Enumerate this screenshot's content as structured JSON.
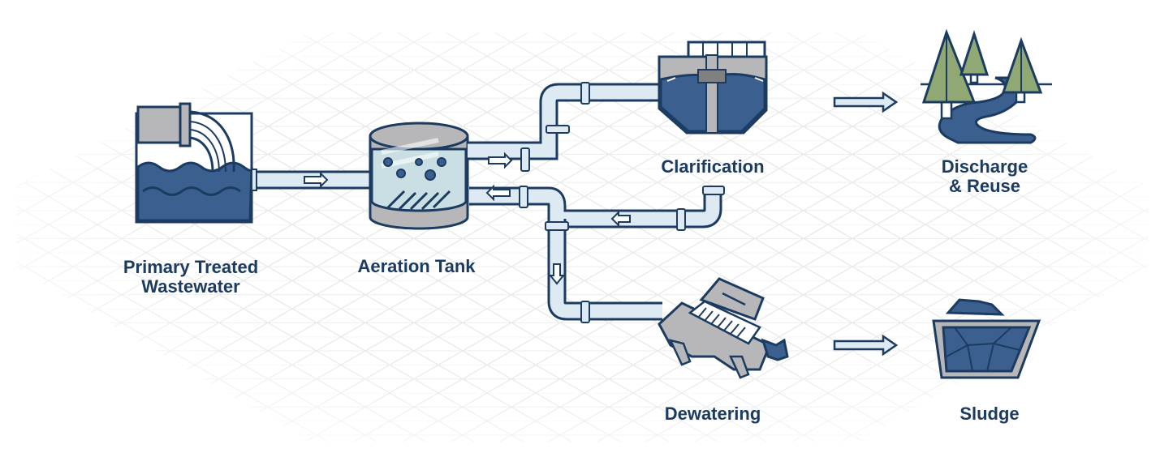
{
  "diagram": {
    "stages": {
      "primary": {
        "line1": "Primary Treated",
        "line2": "Wastewater"
      },
      "aeration": {
        "label": "Aeration Tank"
      },
      "clarification": {
        "label": "Clarification"
      },
      "discharge": {
        "line1": "Discharge",
        "line2": "& Reuse"
      },
      "dewatering": {
        "label": "Dewatering"
      },
      "sludge": {
        "label": "Sludge"
      }
    },
    "colors": {
      "navy": "#1c3b60",
      "water_blue": "#3b5f8e",
      "pipe_fill": "#dde9f3",
      "tank_gray": "#b7b7b9",
      "tank_glass": "#c9dfe3",
      "tree_green": "#8fa874",
      "grid_line": "#e4e4e4",
      "background": "#ffffff"
    },
    "icons": [
      "outfall-pipe-icon",
      "aeration-tank-icon",
      "clarifier-icon",
      "trees-river-icon",
      "screw-press-icon",
      "sludge-bin-icon",
      "flow-arrow-icon"
    ]
  }
}
